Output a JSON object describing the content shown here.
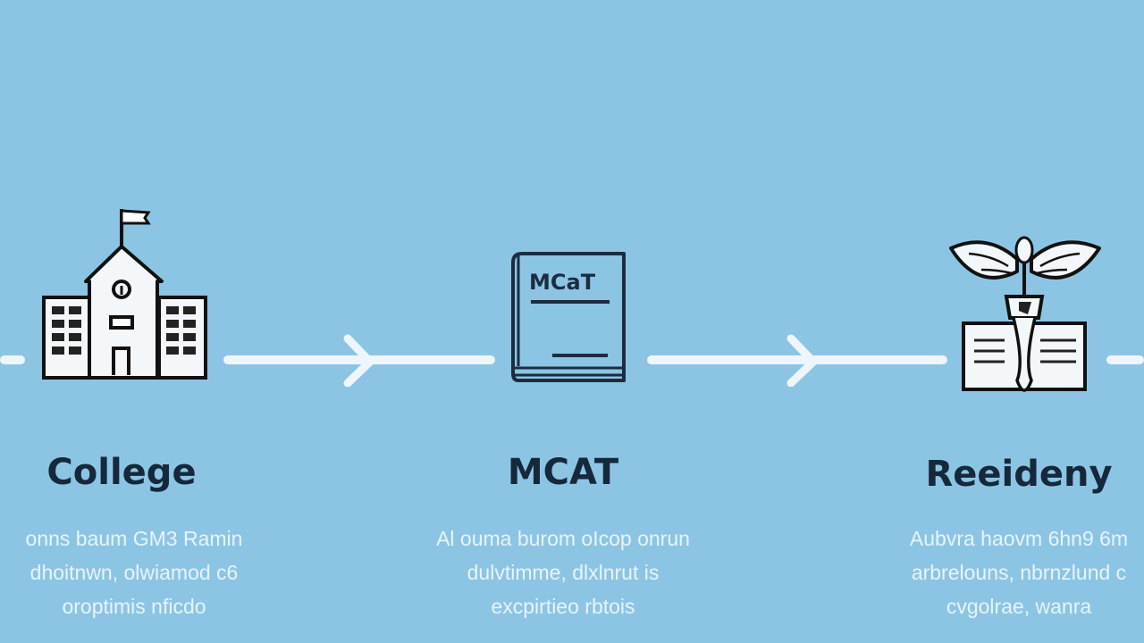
{
  "diagram": {
    "type": "timeline",
    "background_color": "#8cc5e4",
    "line_color": "#eef6fb",
    "title_color": "#15283c",
    "steps": [
      {
        "icon": "college-building-icon",
        "title": "College",
        "description": [
          "onns baum GM3 Ramin",
          "dhoitnwn, olwiamod c6",
          "oroptimis nficdo"
        ]
      },
      {
        "icon": "mcat-book-icon",
        "icon_text": "MCaT",
        "title": "MCAT",
        "description": [
          "Al ouma burom oIcop onrun",
          "dulvtimme, dlxlnrut is",
          "excpirtieo rbtois"
        ]
      },
      {
        "icon": "caduceus-certificate-icon",
        "title": "Reeideny",
        "description": [
          "Aubvra haovm 6hn9 6m",
          "arbrelouns, nbrnzlund c",
          "cvgolrae, wanra"
        ]
      }
    ],
    "arrows": 2
  }
}
